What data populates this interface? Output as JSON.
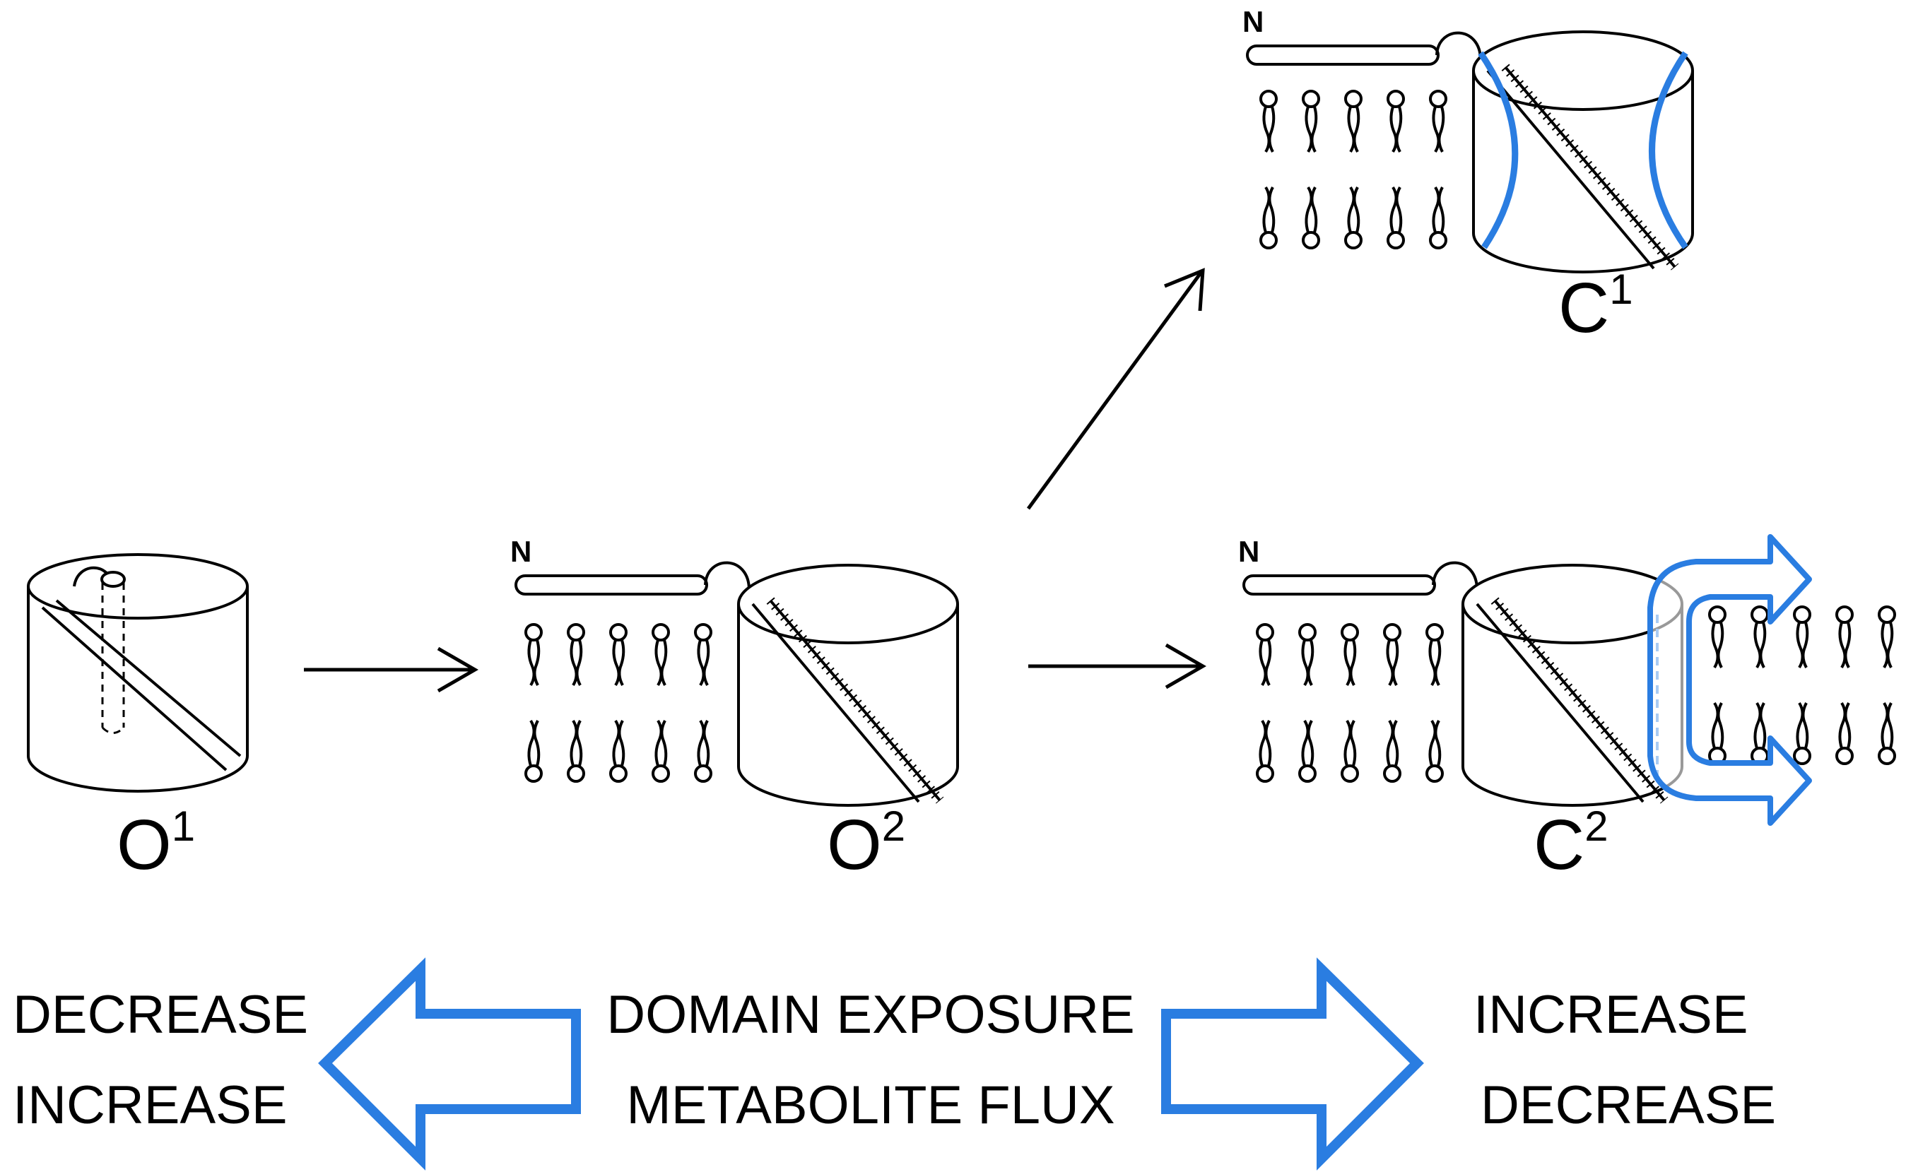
{
  "states": {
    "o1": {
      "base": "O",
      "sup": "1"
    },
    "o2": {
      "base": "O",
      "sup": "2"
    },
    "c1": {
      "base": "C",
      "sup": "1"
    },
    "c2": {
      "base": "C",
      "sup": "2"
    }
  },
  "n_terminus": "N",
  "legend": {
    "left": {
      "line1": "DECREASE",
      "line2": "INCREASE"
    },
    "center": {
      "line1": "DOMAIN EXPOSURE",
      "line2": "METABOLITE FLUX"
    },
    "right": {
      "line1": "INCREASE",
      "line2": "DECREASE"
    }
  },
  "colors": {
    "accent": "#2A7DE1",
    "ink": "#000000"
  }
}
